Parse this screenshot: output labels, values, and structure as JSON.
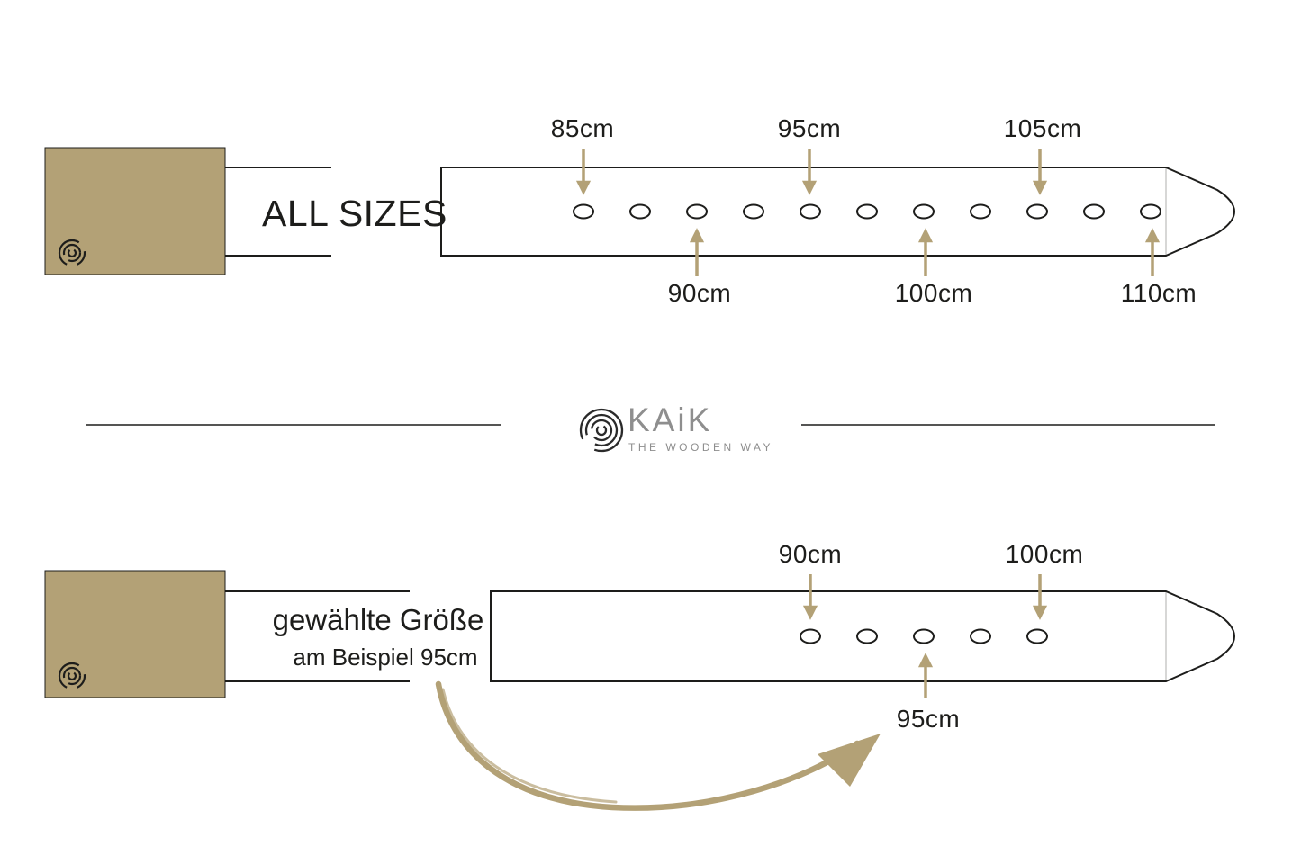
{
  "colors": {
    "tan": "#b3a176",
    "ink": "#1d1d1b",
    "logo_gray": "#8e8e8e",
    "background": "#ffffff"
  },
  "logo": {
    "name": "KAiK",
    "tagline": "THE WOODEN WAY"
  },
  "belt_all_sizes": {
    "title": "ALL SIZES",
    "hole_count": 11,
    "labels_above": [
      "85cm",
      "95cm",
      "105cm"
    ],
    "labels_below": [
      "90cm",
      "100cm",
      "110cm"
    ]
  },
  "belt_selected": {
    "title": "gewählte Größe",
    "subtitle": "am Beispiel 95cm",
    "hole_count": 5,
    "labels_above": [
      "90cm",
      "100cm"
    ],
    "labels_below": [
      "95cm"
    ]
  }
}
